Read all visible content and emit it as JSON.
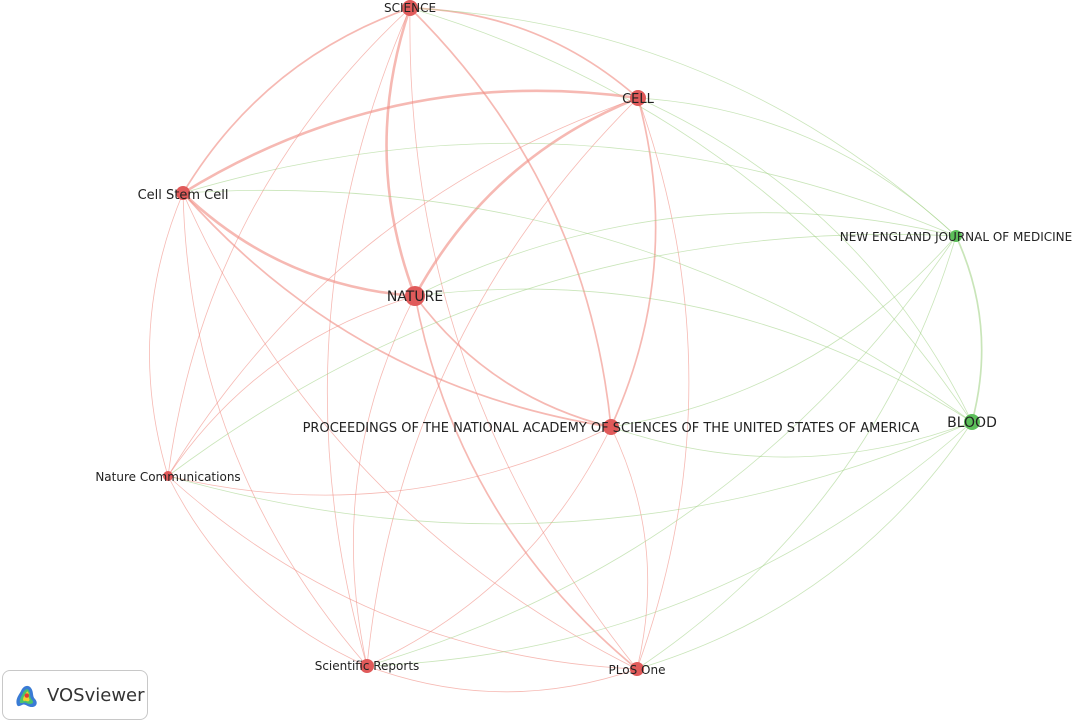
{
  "nodes": [
    {
      "id": "science",
      "label": "SCIENCE",
      "cluster": "red"
    },
    {
      "id": "cell",
      "label": "CELL",
      "cluster": "red"
    },
    {
      "id": "cellstem",
      "label": "Cell Stem Cell",
      "cluster": "red"
    },
    {
      "id": "nature",
      "label": "NATURE",
      "cluster": "red"
    },
    {
      "id": "pnas",
      "label": "PROCEEDINGS OF THE NATIONAL ACADEMY OF SCIENCES OF THE UNITED STATES OF AMERICA",
      "cluster": "red"
    },
    {
      "id": "natcomm",
      "label": "Nature Communications",
      "cluster": "red"
    },
    {
      "id": "scirep",
      "label": "Scientific Reports",
      "cluster": "red"
    },
    {
      "id": "plos",
      "label": "PLoS One",
      "cluster": "red"
    },
    {
      "id": "nejm",
      "label": "NEW ENGLAND JOURNAL OF MEDICINE",
      "cluster": "green"
    },
    {
      "id": "blood",
      "label": "BLOOD",
      "cluster": "green"
    }
  ],
  "edges": [
    [
      "science",
      "cell",
      2
    ],
    [
      "science",
      "cellstem",
      2
    ],
    [
      "science",
      "nature",
      3
    ],
    [
      "science",
      "pnas",
      2
    ],
    [
      "science",
      "natcomm",
      1
    ],
    [
      "science",
      "scirep",
      1
    ],
    [
      "science",
      "plos",
      1
    ],
    [
      "science",
      "nejm",
      1
    ],
    [
      "science",
      "blood",
      1
    ],
    [
      "cell",
      "cellstem",
      3
    ],
    [
      "cell",
      "nature",
      3
    ],
    [
      "cell",
      "pnas",
      2
    ],
    [
      "cell",
      "natcomm",
      1
    ],
    [
      "cell",
      "scirep",
      1
    ],
    [
      "cell",
      "plos",
      1
    ],
    [
      "cell",
      "nejm",
      1
    ],
    [
      "cell",
      "blood",
      1
    ],
    [
      "cellstem",
      "nature",
      3
    ],
    [
      "cellstem",
      "pnas",
      2
    ],
    [
      "cellstem",
      "natcomm",
      1
    ],
    [
      "cellstem",
      "scirep",
      1
    ],
    [
      "cellstem",
      "plos",
      1
    ],
    [
      "cellstem",
      "nejm",
      1
    ],
    [
      "cellstem",
      "blood",
      1
    ],
    [
      "nature",
      "pnas",
      2
    ],
    [
      "nature",
      "natcomm",
      1
    ],
    [
      "nature",
      "scirep",
      1
    ],
    [
      "nature",
      "plos",
      2
    ],
    [
      "nature",
      "nejm",
      1
    ],
    [
      "nature",
      "blood",
      1
    ],
    [
      "pnas",
      "natcomm",
      1
    ],
    [
      "pnas",
      "scirep",
      1
    ],
    [
      "pnas",
      "plos",
      1
    ],
    [
      "pnas",
      "nejm",
      1
    ],
    [
      "pnas",
      "blood",
      1
    ],
    [
      "natcomm",
      "scirep",
      1
    ],
    [
      "natcomm",
      "plos",
      1
    ],
    [
      "natcomm",
      "nejm",
      1
    ],
    [
      "natcomm",
      "blood",
      1
    ],
    [
      "scirep",
      "plos",
      1
    ],
    [
      "scirep",
      "nejm",
      1
    ],
    [
      "scirep",
      "blood",
      1
    ],
    [
      "plos",
      "nejm",
      1
    ],
    [
      "plos",
      "blood",
      1
    ],
    [
      "nejm",
      "blood",
      2
    ]
  ],
  "colors": {
    "red_node": "#e05a5a",
    "red_edge": "#f08a80",
    "green_node": "#5cbf5a",
    "green_edge": "#9ccf80"
  },
  "brand": {
    "name": "VOSviewer",
    "icon": "vosviewer-logo-icon"
  }
}
